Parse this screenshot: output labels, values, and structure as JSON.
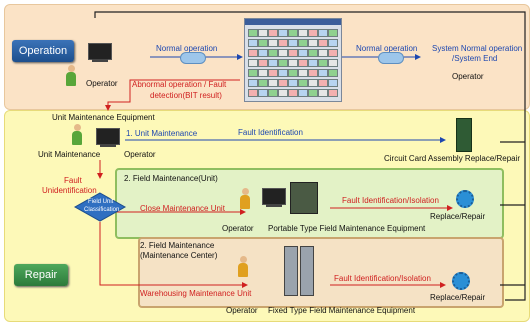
{
  "sections": {
    "operation": "Operation",
    "repair": "Repair"
  },
  "operation": {
    "operator": "Operator",
    "normal_operation_1": "Normal operation",
    "normal_operation_2": "Normal operation",
    "system_end_line1": "System Normal operation",
    "system_end_line2": "/System End",
    "operator_right": "Operator",
    "abnormal_line1": "Abnormal operation / Fault",
    "abnormal_line2": "detection(BIT result)"
  },
  "repair": {
    "ume_label": "Unit Maintenance Equipment",
    "unit_maintenance": "Unit Maintenance",
    "operator_mid": "Operator",
    "unit_maintenance_step": "1. Unit Maintenance",
    "fault_identification": "Fault Identification",
    "cca_replace": "Circuit Card Assembly Replace/Repair",
    "fault_unidentification_line1": "Fault",
    "fault_unidentification_line2": "Unidentification",
    "diamond_line1": "Field Unit",
    "diamond_line2": "Classification",
    "field_unit_title": "2. Field Maintenance(Unit)",
    "close_maintenance_unit": "Close Maintenance Unit",
    "operator_unit": "Operator",
    "portable_equipment": "Portable Type Field Maintenance Equipment",
    "fault_iso_1": "Fault Identification/Isolation",
    "replace_repair_1": "Replace/Repair",
    "field_center_title_line1": "2. Field Maintenance",
    "field_center_title_line2": "(Maintenance Center)",
    "warehousing": "Warehousing Maintenance Unit",
    "operator_center": "Operator",
    "fixed_equipment": "Fixed Type Field Maintenance Equipment",
    "fault_iso_2": "Fault Identification/Isolation",
    "replace_repair_2": "Replace/Repair"
  },
  "colors": {
    "blue_text": "#1d47b0",
    "red_text": "#d02020",
    "op_panel": "#fbe3c6",
    "repair_panel": "#fdf9b8"
  }
}
